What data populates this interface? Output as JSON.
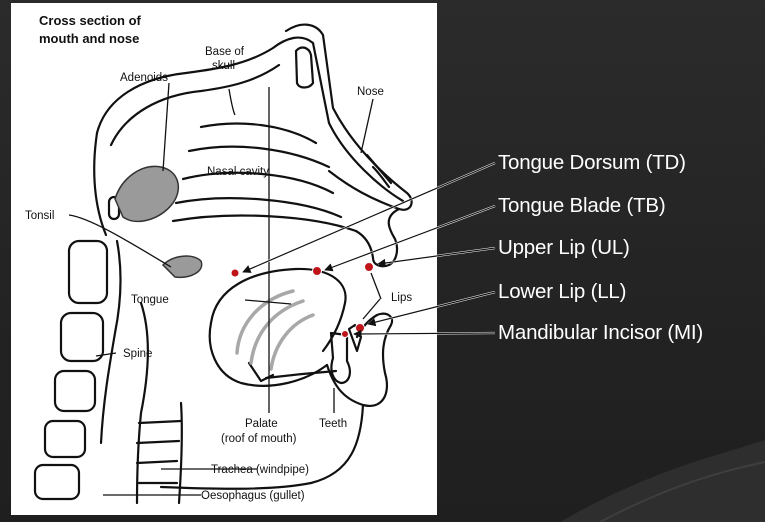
{
  "diagram": {
    "title_line1": "Cross section of",
    "title_line2": "mouth and nose",
    "labels": {
      "base_of_skull_1": "Base of",
      "base_of_skull_2": "skull",
      "adenoids": "Adenoids",
      "nose": "Nose",
      "nasal_cavity": "Nasal cavity",
      "tonsil": "Tonsil",
      "tongue": "Tongue",
      "lips": "Lips",
      "spine": "Spine",
      "palate_1": "Palate",
      "palate_2": "(roof of mouth)",
      "teeth": "Teeth",
      "trachea": "Trachea (windpipe)",
      "oesophagus": "Oesophagus (gullet)"
    }
  },
  "sensors": [
    {
      "label": "Tongue Dorsum (TD)"
    },
    {
      "label": "Tongue Blade (TB)"
    },
    {
      "label": "Upper Lip (UL)"
    },
    {
      "label": "Lower Lip (LL)"
    },
    {
      "label": "Mandibular Incisor (MI)"
    }
  ],
  "colors": {
    "slide_background": "#262626",
    "sensor_marker": "#c0141b",
    "shaded_tissue": "#9a9a9a"
  }
}
